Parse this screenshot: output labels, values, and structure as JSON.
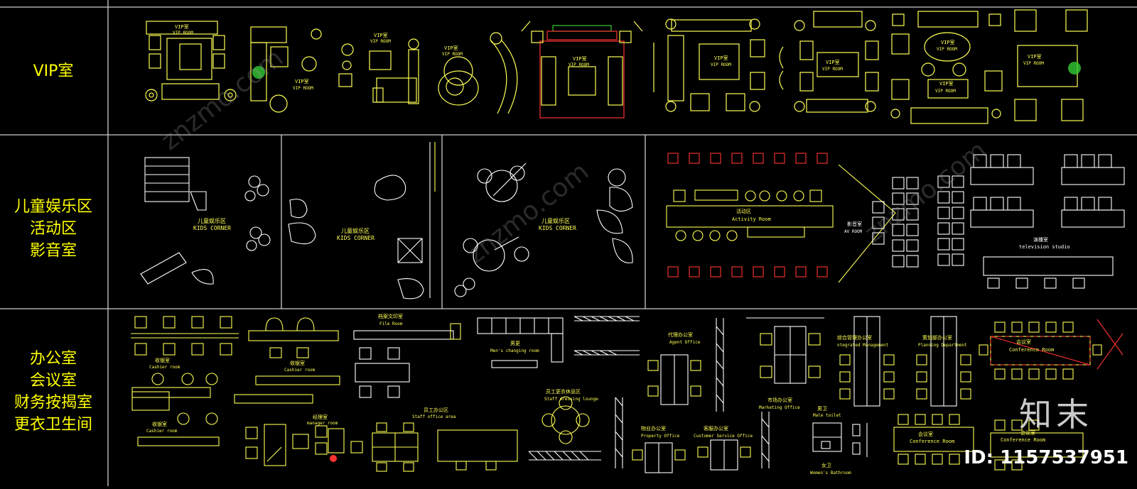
{
  "colors": {
    "background": "#000000",
    "cad_yellow": "#ffff55",
    "cad_white": "#ffffff",
    "cad_red": "#ff3333",
    "cad_green": "#33cc33",
    "grid_line": "#cccccc"
  },
  "rows": [
    {
      "id": "vip",
      "label_lines": [
        "VIP室"
      ]
    },
    {
      "id": "kids",
      "label_lines": [
        "儿童娱乐区",
        "活动区",
        "影音室"
      ]
    },
    {
      "id": "office",
      "label_lines": [
        "办公室",
        "会议室",
        "财务按揭室",
        "更衣卫生间"
      ]
    }
  ],
  "vip_labels": [
    "VIP室",
    "VIP ROOM"
  ],
  "kids_labels": {
    "zh": "儿童娱乐区",
    "en": "KIDS CORNER"
  },
  "activity": {
    "zh": "活动区",
    "en": "Activity Room"
  },
  "av": {
    "zh": "影音室",
    "en": "AV ROOM"
  },
  "tv": {
    "zh": "演播室",
    "en": "television studio"
  },
  "office_labels": {
    "file_zh": "档案文印室",
    "file_en": "File Room",
    "cashier_zh": "收银室",
    "cashier_en": "Cashier room",
    "manager_zh": "经理室",
    "manager_en": "manager room",
    "mens_zh": "男更",
    "mens_en": "Men's changing room",
    "dressing_zh": "员工更衣休息区",
    "dressing_en": "Staff dressing lounge",
    "staff_zh": "员工办公区",
    "staff_en": "Staff office area",
    "agent_zh": "代理办公室",
    "agent_en": "Agent Office",
    "property_zh": "物业办公室",
    "property_en": "Property Office",
    "customer_zh": "客服办公室",
    "customer_en": "Customer Service Office",
    "marketing_zh": "市场办公室",
    "marketing_en": "Marketing Office",
    "integrated_zh": "综合管理办公室",
    "integrated_en": "ntegrated Management",
    "planning_zh": "策划部办公室",
    "planning_en": "Planning Department",
    "conference_zh": "会议室",
    "conference_en": "Conference Room",
    "male_toilet_zh": "男卫",
    "male_toilet_en": "Male toilet",
    "women_zh": "女卫",
    "women_en": "Women's Bathroom"
  },
  "brand": {
    "name": "知末",
    "id_text": "ID: 1157537951",
    "watermark": "znzmo.com"
  }
}
